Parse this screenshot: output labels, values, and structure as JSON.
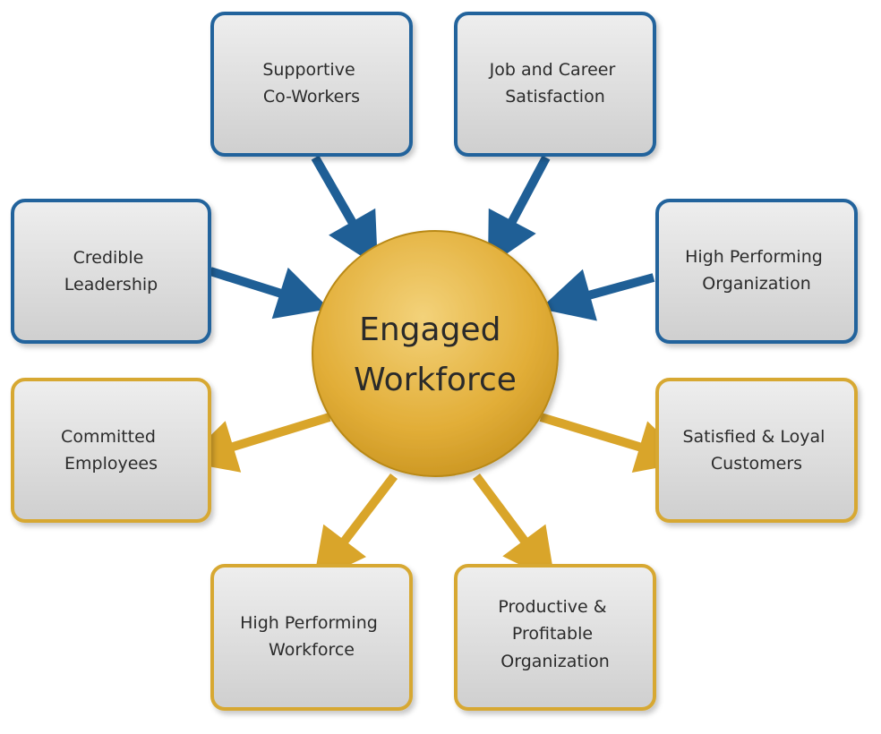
{
  "colors": {
    "blue_border": "#24649c",
    "gold_border": "#d7a830",
    "blue_arrow": "#1f5f96",
    "gold_arrow": "#d9a52a",
    "circle_fill": "#e6b43c",
    "box_fill": "#dcdcdc"
  },
  "center": {
    "lines": [
      "Engaged",
      "Workforce"
    ]
  },
  "inputs": [
    {
      "id": "supportive-co-workers",
      "lines": [
        "Supportive",
        "Co-Workers"
      ]
    },
    {
      "id": "job-and-career-satisfaction",
      "lines": [
        "Job and Career",
        "Satisfaction"
      ]
    },
    {
      "id": "credible-leadership",
      "lines": [
        "Credible",
        "Leadership"
      ]
    },
    {
      "id": "high-performing-organization",
      "lines": [
        "High Performing",
        "Organization"
      ]
    }
  ],
  "outputs": [
    {
      "id": "committed-employees",
      "lines": [
        "Committed",
        "Employees"
      ]
    },
    {
      "id": "satisfied-loyal-customers",
      "lines": [
        "Satisfied & Loyal",
        "Customers"
      ]
    },
    {
      "id": "high-performing-workforce",
      "lines": [
        "High Performing",
        "Workforce"
      ]
    },
    {
      "id": "productive-profitable-organization",
      "lines": [
        "Productive &",
        "Profitable",
        "Organization"
      ]
    }
  ]
}
